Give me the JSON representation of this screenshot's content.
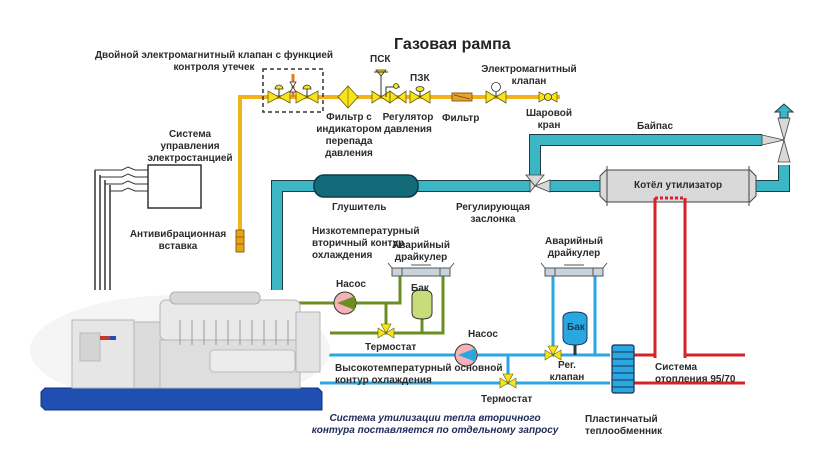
{
  "title": "Газовая рампа",
  "colors": {
    "gas_pipe": "#f3b21c",
    "gas_valve": "#f6e51c",
    "exhaust_pipe": "#3bb6c4",
    "muffler": "#136b7a",
    "low_temp_loop": "#6b8e23",
    "high_temp_loop": "#2aa7e0",
    "heating_loop": "#d6232a",
    "base_frame": "#1f4fb0"
  },
  "gas_ramp": {
    "double_valve": "Двойной электромагнитный клапан с функцией контроля утечек",
    "filter_indicator": "Фильтр с индикатором перепада давления",
    "psk": "ПСК",
    "pzk": "ПЗК",
    "pressure_regulator": "Регулятор давления",
    "filter": "Фильтр",
    "solenoid_valve": "Электромагнитный клапан",
    "ball_valve": "Шаровой кран"
  },
  "control_system": "Система управления электростанцией",
  "anti_vibration": "Антивибрационная вставка",
  "exhaust": {
    "bypass": "Байпас",
    "boiler": "Котёл утилизатор",
    "muffler": "Глушитель",
    "damper": "Регулирующая заслонка"
  },
  "low_temp": {
    "label": "Низкотемпературный вторичный контур охлаждения",
    "drycooler": "Аварийный драйкулер",
    "pump": "Насос",
    "tank": "Бак",
    "thermostat": "Термостат"
  },
  "high_temp": {
    "label": "Высокотемпературный основной контур охлаждения",
    "drycooler": "Аварийный драйкулер",
    "pump": "Насос",
    "tank": "Бак",
    "reg_valve": "Рег. клапан",
    "thermostat": "Термостат"
  },
  "heating_system": "Система отопления 95/70",
  "heat_exchanger": "Пластинчатый теплообменник",
  "footnote": "Система утилизации тепла вторичного контура поставляется по отдельному запросу"
}
